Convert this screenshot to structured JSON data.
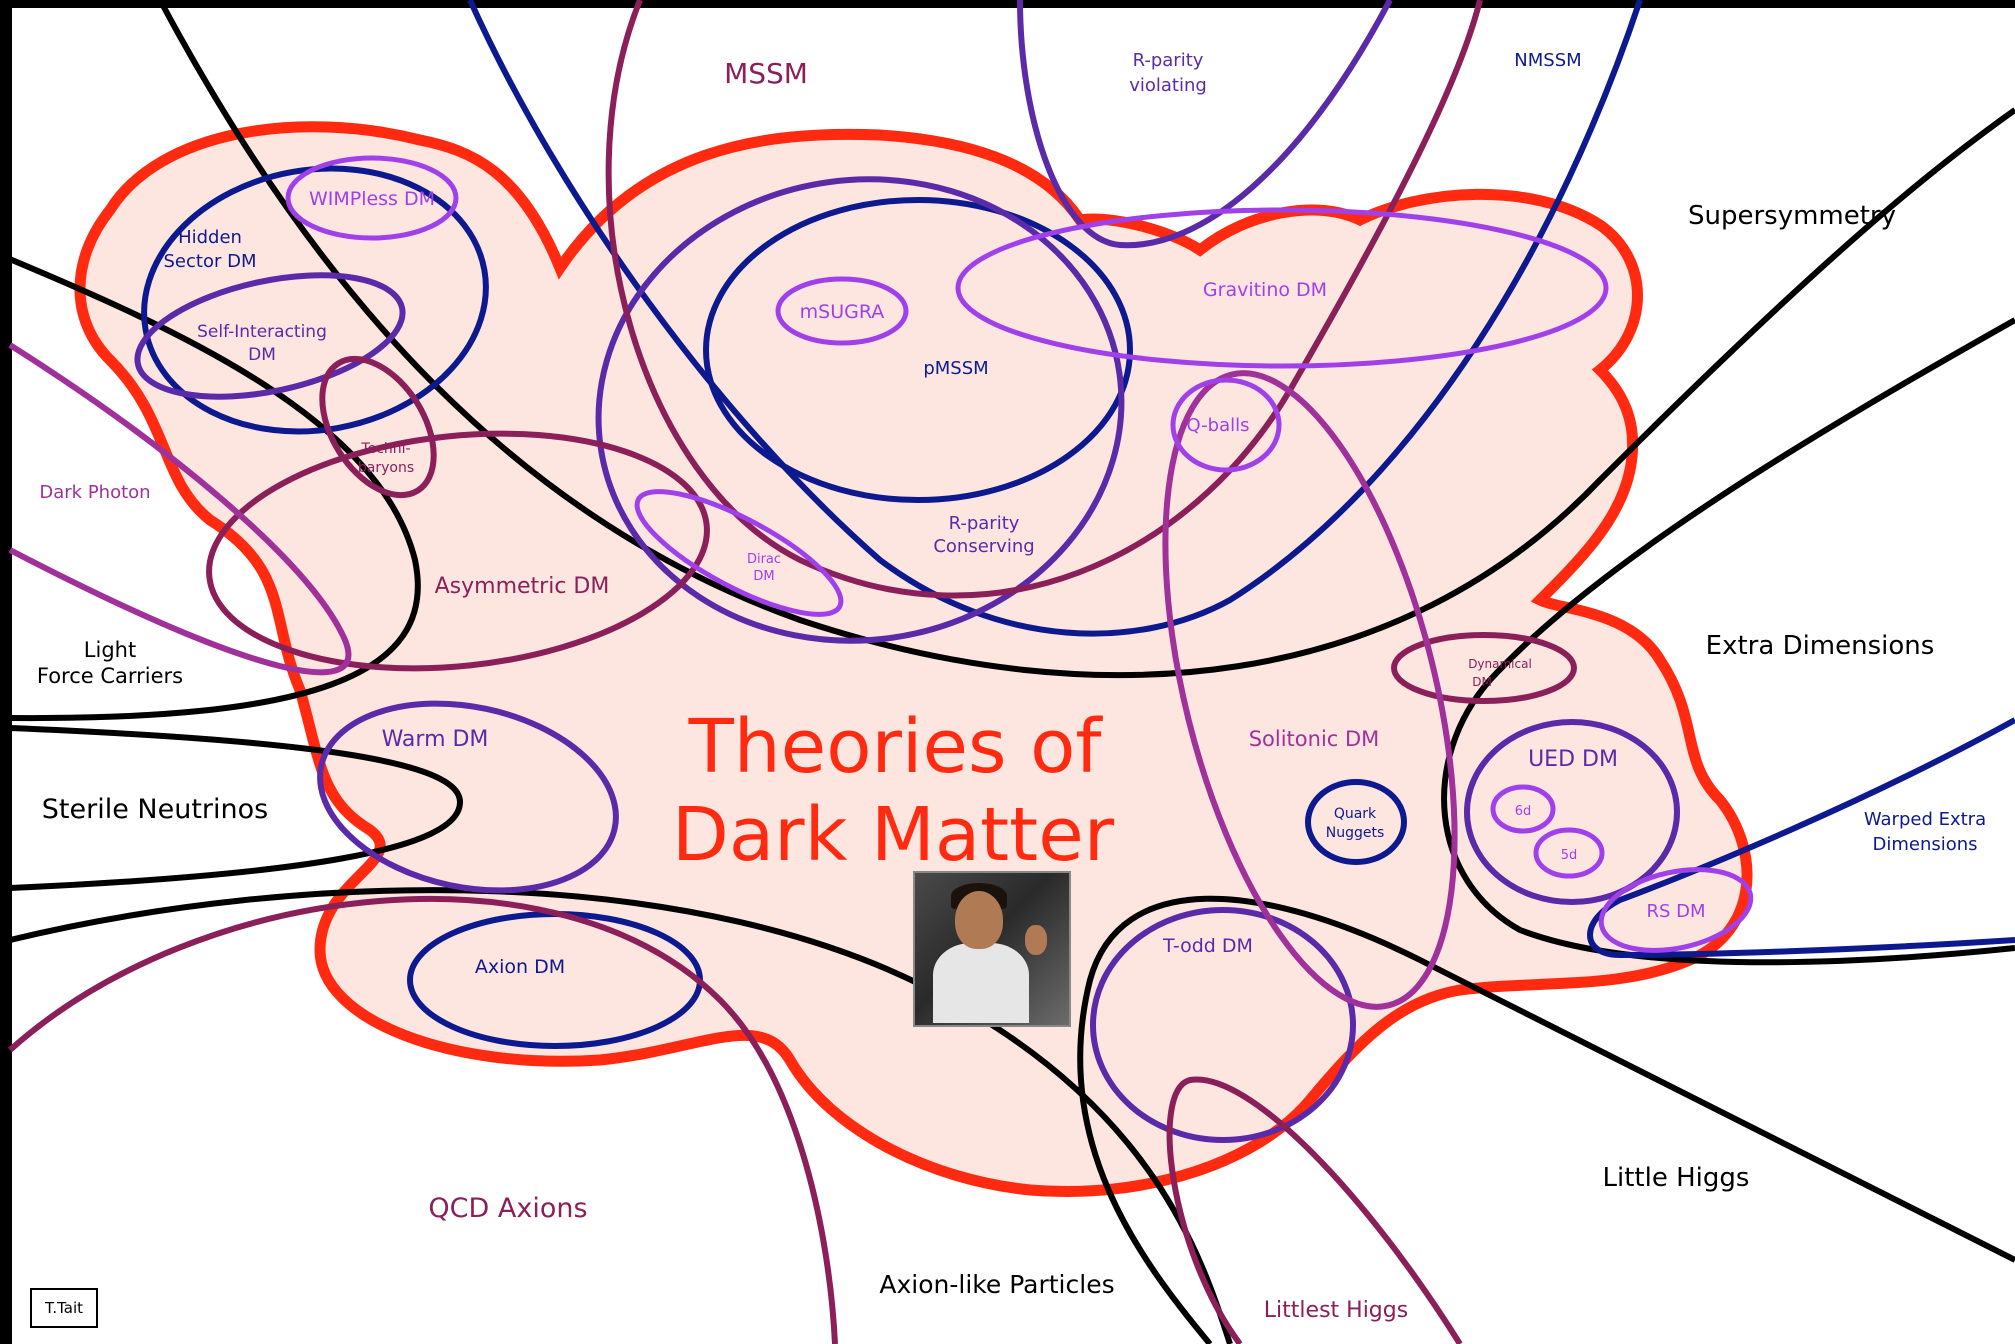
{
  "title": {
    "line1": "Theories of",
    "line2": "Dark Matter"
  },
  "credit": "T.Tait",
  "labels": {
    "mssm": "MSSM",
    "r_parity_violating_1": "R-parity",
    "r_parity_violating_2": "violating",
    "nmssm": "NMSSM",
    "supersymmetry": "Supersymmetry",
    "wimpless": "WIMPless DM",
    "hidden_sector_1": "Hidden",
    "hidden_sector_2": "Sector DM",
    "self_interacting_1": "Self-Interacting",
    "self_interacting_2": "DM",
    "technibaryons_1": "Techni-",
    "technibaryons_2": "baryons",
    "dark_photon": "Dark Photon",
    "asymmetric": "Asymmetric DM",
    "light_force_1": "Light",
    "light_force_2": "Force Carriers",
    "msugra": "mSUGRA",
    "pmssm": "pMSSM",
    "gravitino": "Gravitino DM",
    "q_balls": "Q-balls",
    "dirac_1": "Dirac",
    "dirac_2": "DM",
    "r_parity_conserving_1": "R-parity",
    "r_parity_conserving_2": "Conserving",
    "extra_dimensions": "Extra Dimensions",
    "dynamical_1": "Dynamical",
    "dynamical_2": "DM",
    "solitonic": "Solitonic DM",
    "ued": "UED DM",
    "ued_6d": "6d",
    "ued_5d": "5d",
    "quark_nuggets_1": "Quark",
    "quark_nuggets_2": "Nuggets",
    "warped_1": "Warped Extra",
    "warped_2": "Dimensions",
    "rs": "RS DM",
    "warm": "Warm DM",
    "sterile": "Sterile Neutrinos",
    "axion": "Axion DM",
    "t_odd": "T-odd DM",
    "little_higgs": "Little Higgs",
    "qcd_axions": "QCD Axions",
    "axion_like": "Axion-like Particles",
    "littlest_higgs": "Littlest Higgs"
  },
  "colors": {
    "cloud_fill": "#fde5e0",
    "cloud_stroke": "#ff2a10",
    "title": "#ff2a10",
    "black": "#000000",
    "navy": "#0d1a8f",
    "purple": "#5b2aa8",
    "violet": "#a040e8",
    "maroon": "#8a1f5a",
    "magenta": "#a0309a"
  }
}
